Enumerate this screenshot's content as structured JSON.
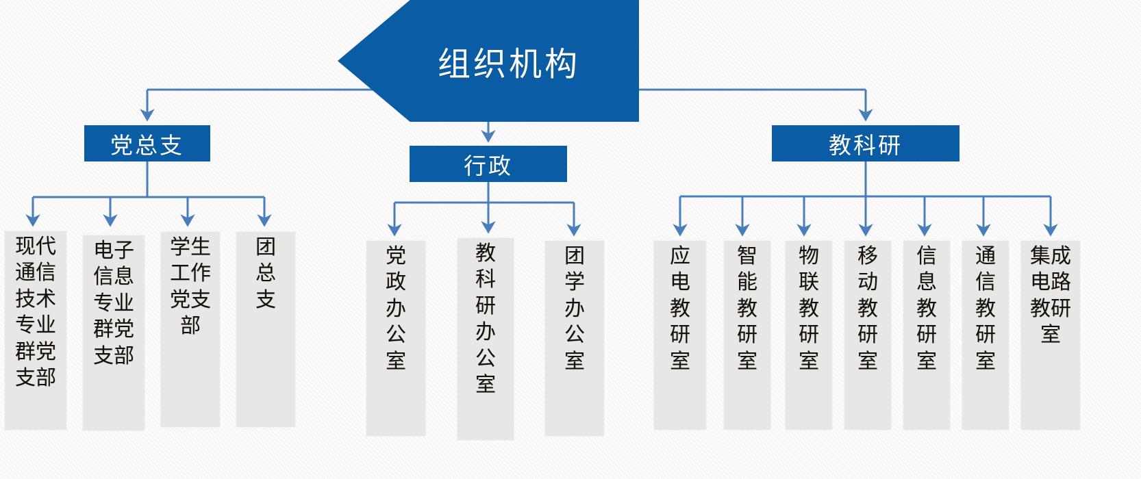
{
  "chart_data": {
    "type": "diagram",
    "title": "组织机构",
    "diagram_kind": "organizational-chart",
    "orientation": "top-down",
    "colors": {
      "node_primary": "#0A5DA5",
      "node_leaf": "#E7E7E6",
      "connector": "#4A7EBB",
      "text_on_primary": "#FFFFFF",
      "text_on_leaf": "#111111",
      "background": "#FBFBFB"
    },
    "nodes": [
      {
        "id": "root",
        "label": "组织机构",
        "level": 0,
        "shape": "hexagon",
        "parent": null
      },
      {
        "id": "party",
        "label": "党总支",
        "level": 1,
        "shape": "rect",
        "parent": "root"
      },
      {
        "id": "admin",
        "label": "行政",
        "level": 1,
        "shape": "rect",
        "parent": "root"
      },
      {
        "id": "teach",
        "label": "教科研",
        "level": 1,
        "shape": "rect",
        "parent": "root"
      },
      {
        "id": "modern-comm",
        "label": "现代通信技术专业群党支部",
        "level": 2,
        "shape": "rect",
        "parent": "party"
      },
      {
        "id": "elec-info",
        "label": "电子信息专业群党支部",
        "level": 2,
        "shape": "rect",
        "parent": "party"
      },
      {
        "id": "student",
        "label": "学生工作党支部",
        "level": 2,
        "shape": "rect",
        "parent": "party"
      },
      {
        "id": "youth",
        "label": "团总支",
        "level": 2,
        "shape": "rect",
        "parent": "party"
      },
      {
        "id": "party-admin-office",
        "label": "党政办公室",
        "level": 2,
        "shape": "rect",
        "parent": "admin"
      },
      {
        "id": "teach-office",
        "label": "教科研办公室",
        "level": 2,
        "shape": "rect",
        "parent": "admin"
      },
      {
        "id": "youth-office",
        "label": "团学办公室",
        "level": 2,
        "shape": "rect",
        "parent": "admin"
      },
      {
        "id": "yingdian",
        "label": "应电教研室",
        "level": 2,
        "shape": "rect",
        "parent": "teach"
      },
      {
        "id": "zhineng",
        "label": "智能教研室",
        "level": 2,
        "shape": "rect",
        "parent": "teach"
      },
      {
        "id": "wulian",
        "label": "物联教研室",
        "level": 2,
        "shape": "rect",
        "parent": "teach"
      },
      {
        "id": "yidong",
        "label": "移动教研室",
        "level": 2,
        "shape": "rect",
        "parent": "teach"
      },
      {
        "id": "xinxi",
        "label": "信息教研室",
        "level": 2,
        "shape": "rect",
        "parent": "teach"
      },
      {
        "id": "tongxin",
        "label": "通信教研室",
        "level": 2,
        "shape": "rect",
        "parent": "teach"
      },
      {
        "id": "jicheng",
        "label": "集成电路教研室",
        "level": 2,
        "shape": "rect",
        "parent": "teach"
      }
    ],
    "edges": [
      {
        "from": "root",
        "to": "party",
        "style": "elbow-arrow"
      },
      {
        "from": "root",
        "to": "admin",
        "style": "straight-arrow"
      },
      {
        "from": "root",
        "to": "teach",
        "style": "elbow-arrow"
      },
      {
        "from": "party",
        "to": "modern-comm",
        "style": "elbow-arrow"
      },
      {
        "from": "party",
        "to": "elec-info",
        "style": "elbow-arrow"
      },
      {
        "from": "party",
        "to": "student",
        "style": "elbow-arrow"
      },
      {
        "from": "party",
        "to": "youth",
        "style": "elbow-arrow"
      },
      {
        "from": "admin",
        "to": "party-admin-office",
        "style": "elbow-arrow"
      },
      {
        "from": "admin",
        "to": "teach-office",
        "style": "elbow-arrow"
      },
      {
        "from": "admin",
        "to": "youth-office",
        "style": "elbow-arrow"
      },
      {
        "from": "teach",
        "to": "yingdian",
        "style": "elbow-arrow"
      },
      {
        "from": "teach",
        "to": "zhineng",
        "style": "elbow-arrow"
      },
      {
        "from": "teach",
        "to": "wulian",
        "style": "elbow-arrow"
      },
      {
        "from": "teach",
        "to": "yidong",
        "style": "elbow-arrow"
      },
      {
        "from": "teach",
        "to": "xinxi",
        "style": "elbow-arrow"
      },
      {
        "from": "teach",
        "to": "tongxin",
        "style": "elbow-arrow"
      },
      {
        "from": "teach",
        "to": "jicheng",
        "style": "elbow-arrow"
      }
    ]
  },
  "root": {
    "label": "组织机构"
  },
  "branches": {
    "party": {
      "label": "党总支"
    },
    "admin": {
      "label": "行政"
    },
    "teach": {
      "label": "教科研"
    }
  },
  "leaves": {
    "party": [
      {
        "label": "现代通信技术专业群党支部"
      },
      {
        "label": "电子信息专业群党支部"
      },
      {
        "label": "学生工作党支部"
      },
      {
        "label": "团总支"
      }
    ],
    "admin": [
      {
        "label": "党政办公室"
      },
      {
        "label": "教科研办公室"
      },
      {
        "label": "团学办公室"
      }
    ],
    "teach": [
      {
        "label": "应电教研室"
      },
      {
        "label": "智能教研室"
      },
      {
        "label": "物联教研室"
      },
      {
        "label": "移动教研室"
      },
      {
        "label": "信息教研室"
      },
      {
        "label": "通信教研室"
      },
      {
        "label": "集成电路教研室"
      }
    ]
  }
}
